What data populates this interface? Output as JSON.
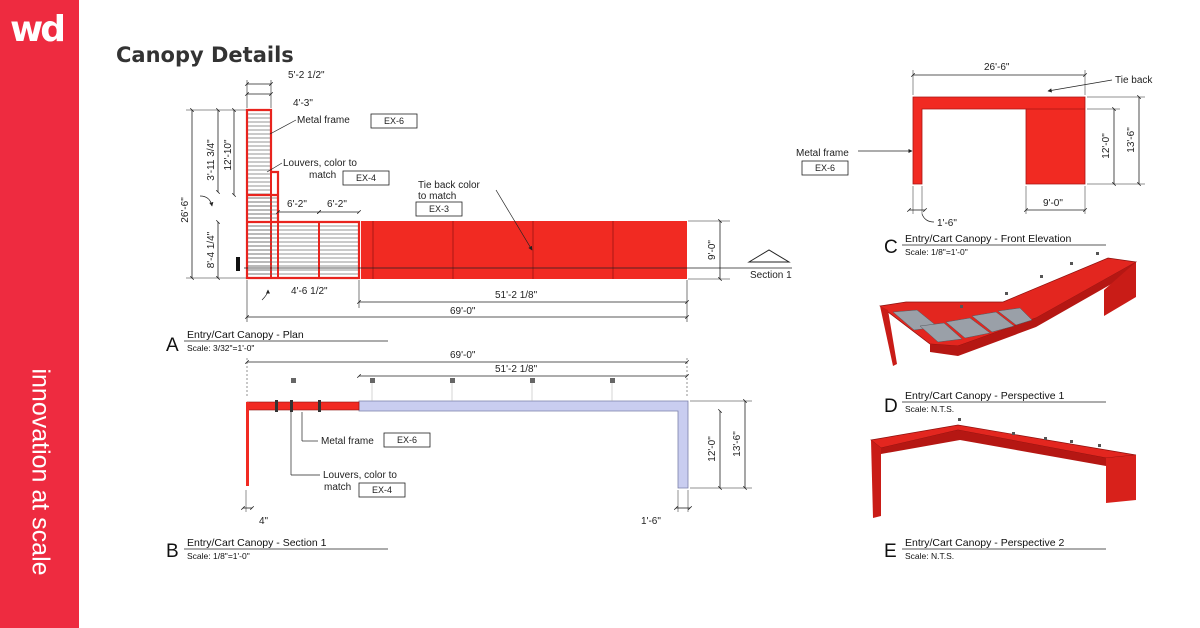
{
  "brand": {
    "logo_text": "wd",
    "tagline": "innovation at scale",
    "sidebar_color": "#ee2b40",
    "accent_red": "#f12a22"
  },
  "page_title": "Canopy Details",
  "views": {
    "a": {
      "letter": "A",
      "title": "Entry/Cart Canopy - Plan",
      "scale": "Scale:  3/32\"=1'-0\""
    },
    "b": {
      "letter": "B",
      "title": "Entry/Cart Canopy - Section 1",
      "scale": "Scale:  1/8\"=1'-0\""
    },
    "c": {
      "letter": "C",
      "title": "Entry/Cart Canopy - Front Elevation",
      "scale": "Scale:  1/8\"=1'-0\""
    },
    "d": {
      "letter": "D",
      "title": "Entry/Cart Canopy - Perspective 1",
      "scale": "Scale:  N.T.S."
    },
    "e": {
      "letter": "E",
      "title": "Entry/Cart Canopy - Perspective 2",
      "scale": "Scale:  N.T.S."
    }
  },
  "plan": {
    "dims": {
      "top_outer": "5'-2 1/2\"",
      "top_inner": "4'-3\"",
      "left_outer": "26'-6\"",
      "left_upper": "3'-11 3/4\"",
      "left_inner": "12'-10\"",
      "left_lower": "8'-4 1/4\"",
      "bay1": "6'-2\"",
      "bay2": "6'-2\"",
      "right_height": "9'-0\"",
      "bottom_small": "4'-6 1/2\"",
      "bottom_long": "51'-2 1/8\"",
      "bottom_total": "69'-0\""
    },
    "labels": {
      "metal_frame": "Metal frame",
      "louvers_line1": "Louvers, color to",
      "louvers_line2": "match",
      "tie_back_line1": "Tie back color",
      "tie_back_line2": "to match",
      "section_marker": "Section 1"
    },
    "tags": {
      "metal_frame": "EX-6",
      "louvers": "EX-4",
      "tie_back": "EX-3"
    }
  },
  "section": {
    "dims": {
      "total": "69'-0\"",
      "long": "51'-2 1/8\"",
      "inner_height": "12'-0\"",
      "outer_height": "13'-6\"",
      "left_post": "4\"",
      "right_post": "1'-6\""
    },
    "labels": {
      "metal_frame": "Metal frame",
      "louvers_line1": "Louvers, color to",
      "louvers_line2": "match"
    },
    "tags": {
      "metal_frame": "EX-6",
      "louvers": "EX-4"
    }
  },
  "elevation": {
    "dims": {
      "top": "26'-6\"",
      "inner_height": "12'-0\"",
      "outer_height": "13'-6\"",
      "right_width": "9'-0\"",
      "left_post": "1'-6\""
    },
    "labels": {
      "tie_back": "Tie back",
      "metal_frame": "Metal frame"
    },
    "tags": {
      "metal_frame": "EX-6"
    }
  }
}
